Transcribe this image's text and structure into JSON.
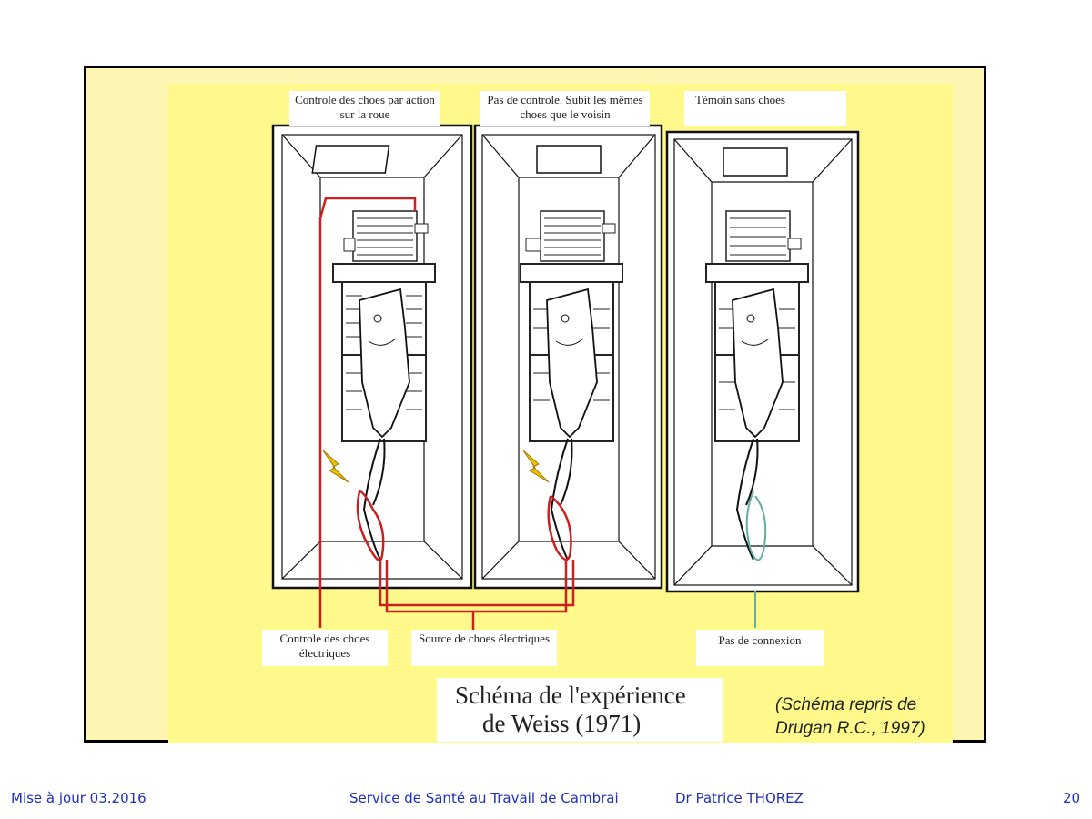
{
  "diagram": {
    "box_labels": [
      "Controle des choes par action sur la roue",
      "Pas de controle. Subit les mêmes choes que le voisin",
      "Témoin sans choes"
    ],
    "bottom_labels": [
      "Controle des choes électriques",
      "Source de choes électriques",
      "Pas de connexion"
    ],
    "caption_line1": "Schéma de l'expérience",
    "caption_line2": "de Weiss (1971)",
    "source_line1": "(Schéma repris de",
    "source_line2": "Drugan R.C., 1997)",
    "colors": {
      "frame_bg": "#fdf6b3",
      "panel_bg": "#fef98a",
      "wire_red": "#cc2020",
      "wire_teal": "#5fb0a0",
      "bolt": "#f2c200"
    }
  },
  "footer": {
    "updated": "Mise à jour 03.2016",
    "organization": "Service de Santé au Travail de Cambrai",
    "author": "Dr Patrice THOREZ",
    "page_number": "20"
  }
}
